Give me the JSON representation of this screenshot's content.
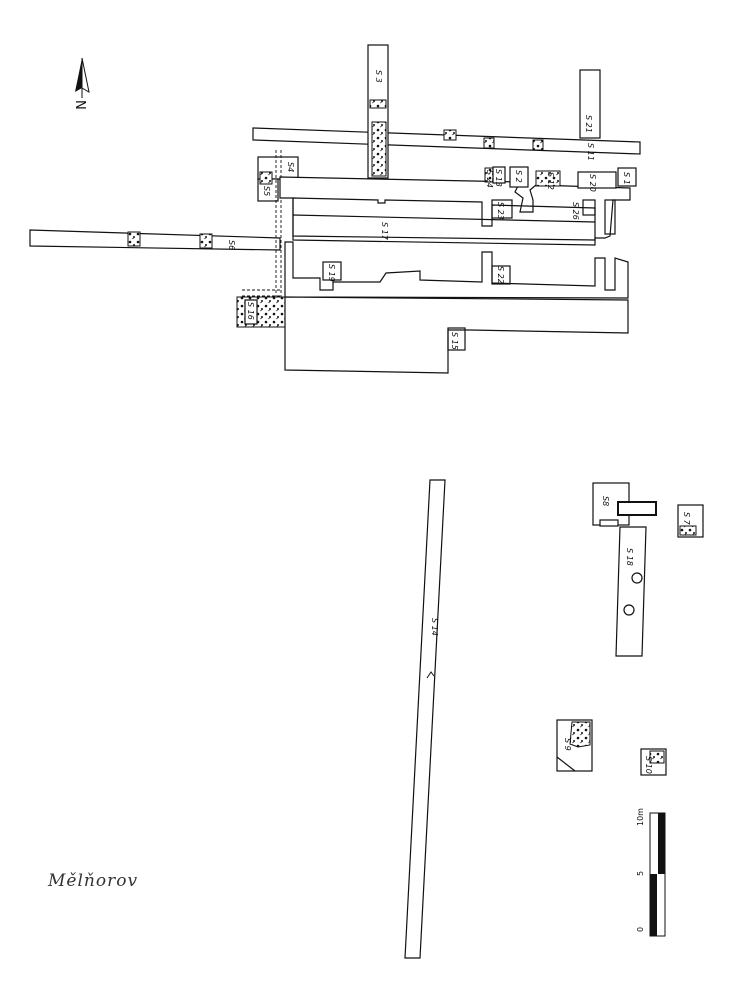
{
  "site_name": "Mělňorov",
  "north_label": "N",
  "scale_bar": {
    "labels": [
      "0",
      "5",
      "10m"
    ],
    "length_m": 10
  },
  "trenches": {
    "s1": "S 1",
    "s2": "S 2",
    "s3": "S 3",
    "s4": "S4",
    "s5": "S5",
    "s6": "S6",
    "s7": "S 7",
    "s8": "S8",
    "s9": "S 9",
    "s10": "S 10",
    "s11": "S 11",
    "s12": "S 12",
    "s13": "S 13",
    "s14": "S 14",
    "s15": "S 15",
    "s16": "S 16",
    "s17": "S 17",
    "s18": "S 18",
    "s19": "S 19",
    "s20": "S 20",
    "s21": "S 21",
    "s22": "S 22",
    "s23": "S 23",
    "s24": "S 24",
    "s26": "S 26"
  }
}
